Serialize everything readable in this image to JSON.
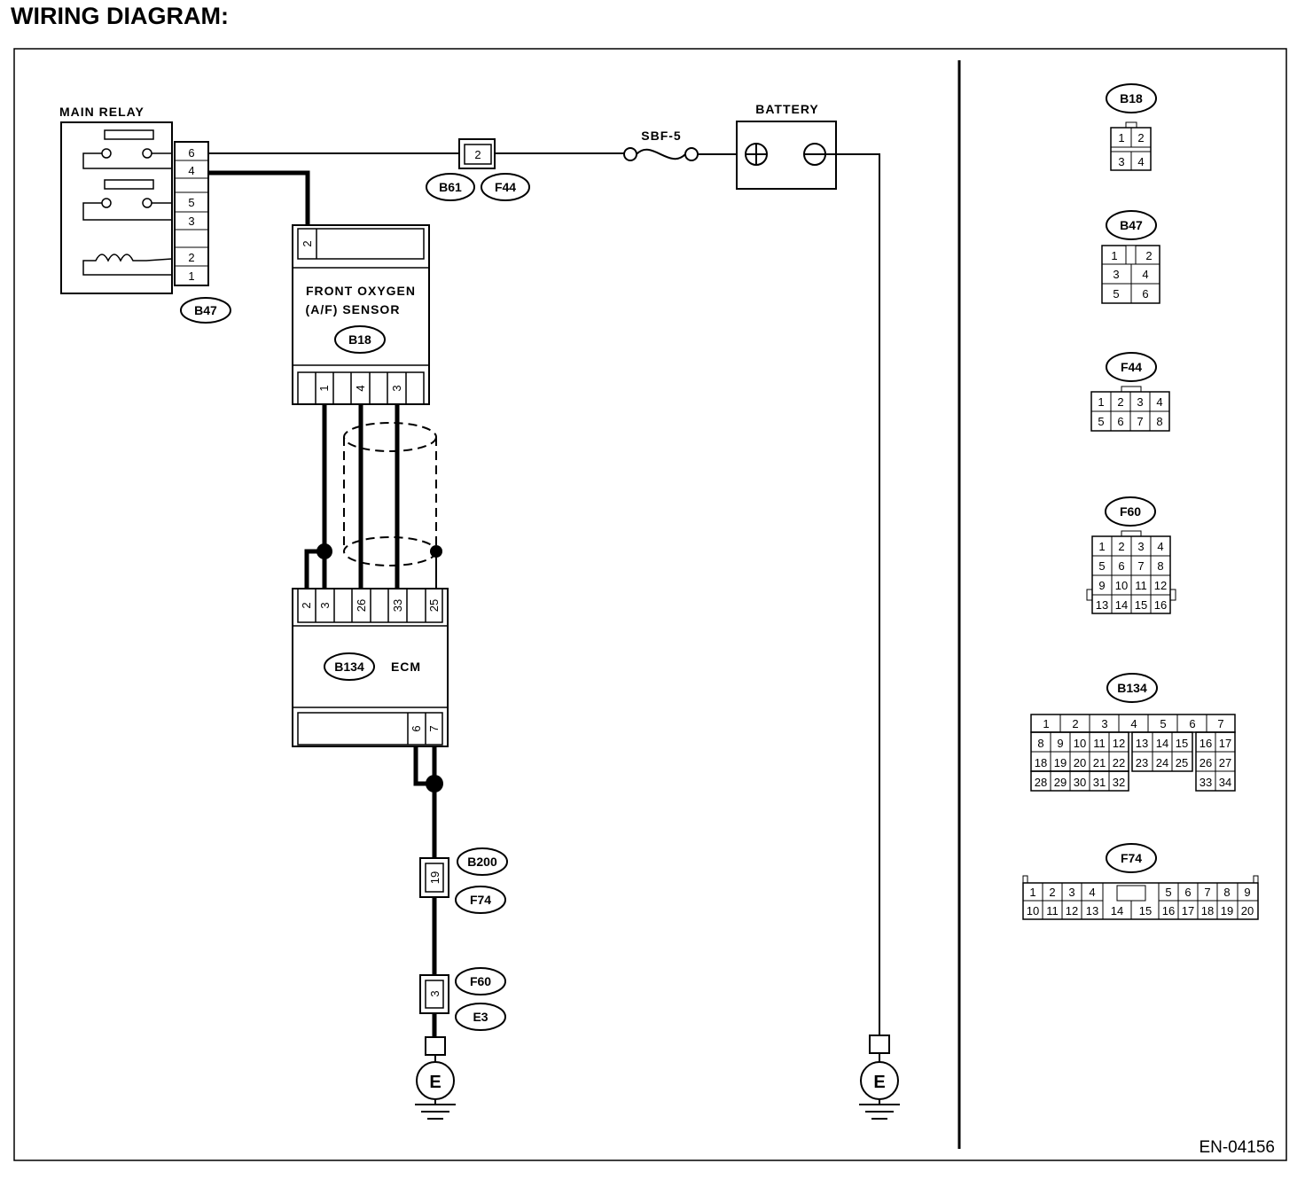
{
  "header": {
    "title": "WIRING DIAGRAM:"
  },
  "footer": {
    "code": "EN-04156"
  },
  "components": {
    "main_relay": {
      "label": "MAIN RELAY",
      "connector": "B47",
      "pins": [
        "6",
        "4",
        "5",
        "3",
        "2",
        "1"
      ]
    },
    "battery": {
      "label": "BATTERY"
    },
    "fuse": {
      "label": "SBF-5"
    },
    "joint_b61_f44": {
      "pin": "2",
      "tags": [
        "B61",
        "F44"
      ]
    },
    "oxygen_sensor": {
      "label_line1": "FRONT OXYGEN",
      "label_line2": "(A/F) SENSOR",
      "connector": "B18",
      "top_pin": "2",
      "bottom_pins": [
        "1",
        "4",
        "3"
      ]
    },
    "ecm": {
      "label": "ECM",
      "connector": "B134",
      "top_pins": [
        "2",
        "3",
        "26",
        "33",
        "25"
      ],
      "bottom_pins": [
        "6",
        "7"
      ]
    },
    "joint_b200_f74": {
      "pin": "19",
      "tags": [
        "B200",
        "F74"
      ]
    },
    "joint_f60_e3": {
      "pin": "3",
      "tags": [
        "F60",
        "E3"
      ]
    },
    "ground_left": {
      "label": "E"
    },
    "ground_right": {
      "label": "E"
    }
  },
  "connector_views": [
    {
      "name": "B18",
      "rows": [
        [
          "1",
          "2"
        ],
        [
          "3",
          "4"
        ]
      ]
    },
    {
      "name": "B47",
      "rows": [
        [
          "1",
          "2"
        ],
        [
          "3",
          "4"
        ],
        [
          "5",
          "6"
        ]
      ]
    },
    {
      "name": "F44",
      "rows": [
        [
          "1",
          "2",
          "3",
          "4"
        ],
        [
          "5",
          "6",
          "7",
          "8"
        ]
      ]
    },
    {
      "name": "F60",
      "rows": [
        [
          "1",
          "2",
          "3",
          "4"
        ],
        [
          "5",
          "6",
          "7",
          "8"
        ],
        [
          "9",
          "10",
          "11",
          "12"
        ],
        [
          "13",
          "14",
          "15",
          "16"
        ]
      ]
    },
    {
      "name": "B134",
      "rows": [
        [
          "1",
          "2",
          "3",
          "4",
          "5",
          "6",
          "7"
        ],
        [
          "8",
          "9",
          "10",
          "11",
          "12",
          "13",
          "14",
          "15",
          "16",
          "17"
        ],
        [
          "18",
          "19",
          "20",
          "21",
          "22",
          "23",
          "24",
          "25",
          "26",
          "27"
        ],
        [
          "28",
          "29",
          "30",
          "31",
          "32",
          "33",
          "34"
        ]
      ]
    },
    {
      "name": "F74",
      "rows": [
        [
          "1",
          "2",
          "3",
          "4",
          "5",
          "6",
          "7",
          "8",
          "9"
        ],
        [
          "10",
          "11",
          "12",
          "13",
          "14",
          "15",
          "16",
          "17",
          "18",
          "19",
          "20"
        ]
      ]
    }
  ]
}
